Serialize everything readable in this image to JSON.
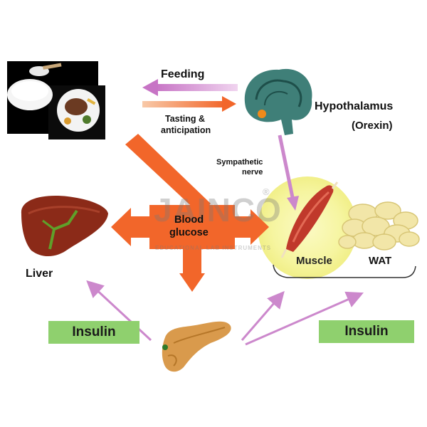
{
  "labels": {
    "feeding": "Feeding",
    "tasting_line1": "Tasting &",
    "tasting_line2": "anticipation",
    "hypothalamus": "Hypothalamus",
    "orexin": "(Orexin)",
    "sympathetic_line1": "Sympathetic",
    "sympathetic_line2": "nerve",
    "blood_glucose_line1": "Blood",
    "blood_glucose_line2": "glucose",
    "liver": "Liver",
    "muscle": "Muscle",
    "wat": "WAT",
    "insulin_left": "Insulin",
    "insulin_right": "Insulin"
  },
  "watermark": {
    "brand": "JAINCO",
    "registered": "®",
    "tagline": "EDUCATIONAL LAB INSTRUMENTS"
  },
  "colors": {
    "orange_arrow": "#f2662a",
    "pink_arrow": "#cc88cc",
    "insulin_box": "#8fd06e",
    "target_glow": "#f6f5a0",
    "liver": "#8b2a18",
    "pancreas": "#d99a4c",
    "muscle": "#c0392b",
    "fat": "#f2e6a8",
    "brain": "#3f7f78"
  }
}
